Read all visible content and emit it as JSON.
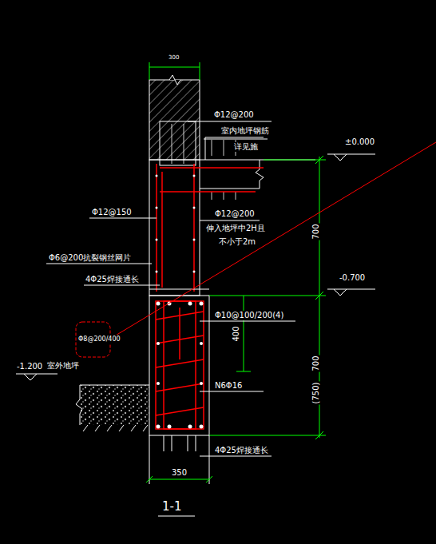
{
  "diagram": {
    "title": "1-1",
    "labels": [
      "300",
      "Φ12@200",
      "室内地坪钢筋",
      "详见施",
      "±0.000",
      "Φ12@150",
      "Φ12@200",
      "伸入地坪中2H且",
      "不小于2m",
      "700",
      "Φ6@200抗裂钢丝网片",
      "4Φ25焊接通长",
      "-0.700",
      "Φ10@100/200(4)",
      "400",
      "Φ8@200/400",
      "-1.200",
      "室外地坪",
      "N6Φ16",
      "700",
      "(750)",
      "4Φ25焊接通长",
      "350"
    ]
  }
}
